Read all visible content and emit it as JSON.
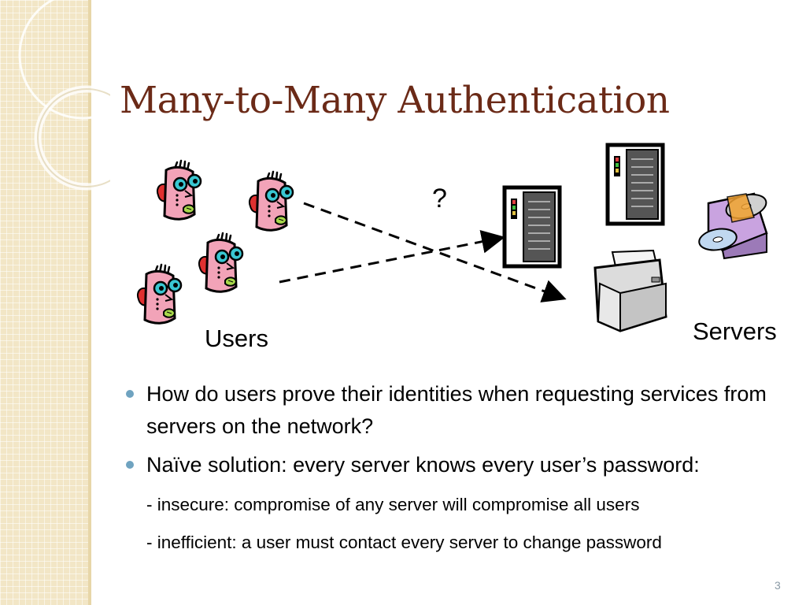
{
  "slide": {
    "title": "Many-to-Many Authentication",
    "page_number": "3"
  },
  "diagram": {
    "users_label": "Users",
    "servers_label": "Servers",
    "question_mark": "?"
  },
  "bullets": [
    {
      "text": "How do users prove their identities when requesting services from servers on the network?"
    },
    {
      "text": "Naïve solution: every server knows every user’s password:"
    }
  ],
  "sub_points": [
    {
      "text": "- insecure: compromise of any server will compromise all users"
    },
    {
      "text": "- inefficient: a user must contact every server to change password"
    }
  ],
  "colors": {
    "title": "#6b2a17",
    "bullet_dot": "#6fa3c0",
    "sidebar": "#f2e6c6"
  }
}
